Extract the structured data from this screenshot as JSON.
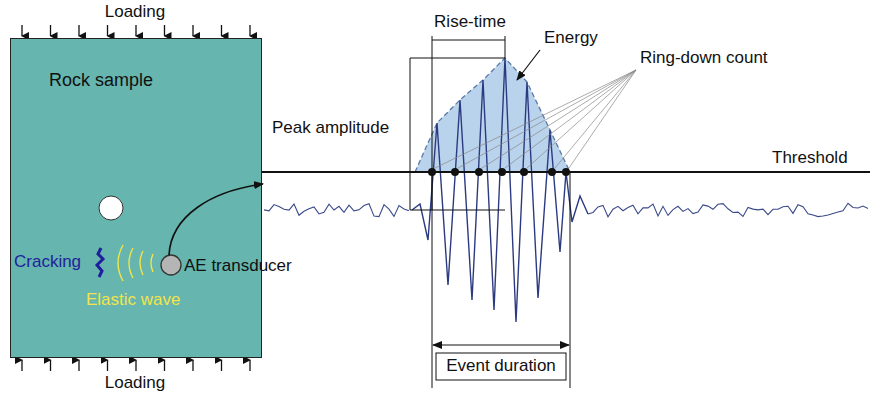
{
  "diagram": {
    "nodes": [
      {
        "text": [
          "Rock sample"
        ]
      }
    ],
    "labels": [
      "Loading",
      "Loading",
      "Rise-time",
      "Energy",
      "Ring-down count",
      "Peak amplitude",
      "Threshold",
      "Cracking",
      "Elastic wave",
      "AE transducer",
      "Event duration"
    ]
  }
}
